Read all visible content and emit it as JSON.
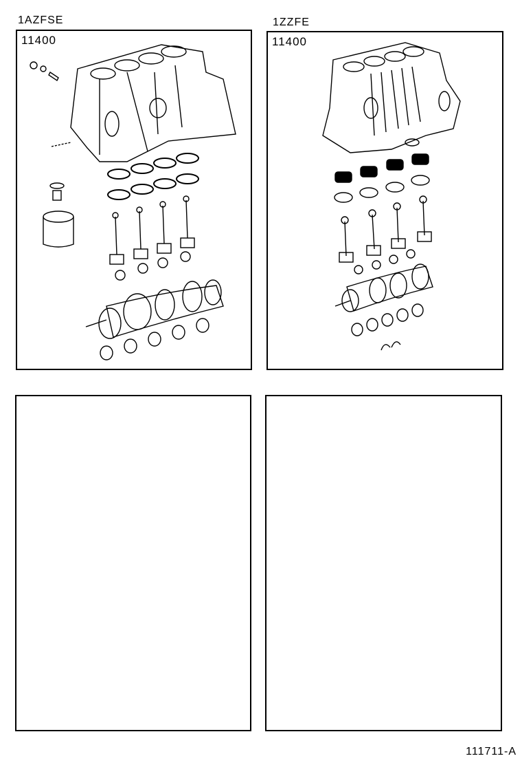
{
  "panels": [
    {
      "engine": "1AZFSE",
      "part_number": "11400",
      "illustration": "short-block-assembly-exploded-view-1azfse"
    },
    {
      "engine": "1ZZFE",
      "part_number": "11400",
      "illustration": "short-block-assembly-exploded-view-1zzfe"
    },
    {
      "engine": "",
      "part_number": "",
      "illustration": ""
    },
    {
      "engine": "",
      "part_number": "",
      "illustration": ""
    }
  ],
  "figure_code": "111711-A"
}
